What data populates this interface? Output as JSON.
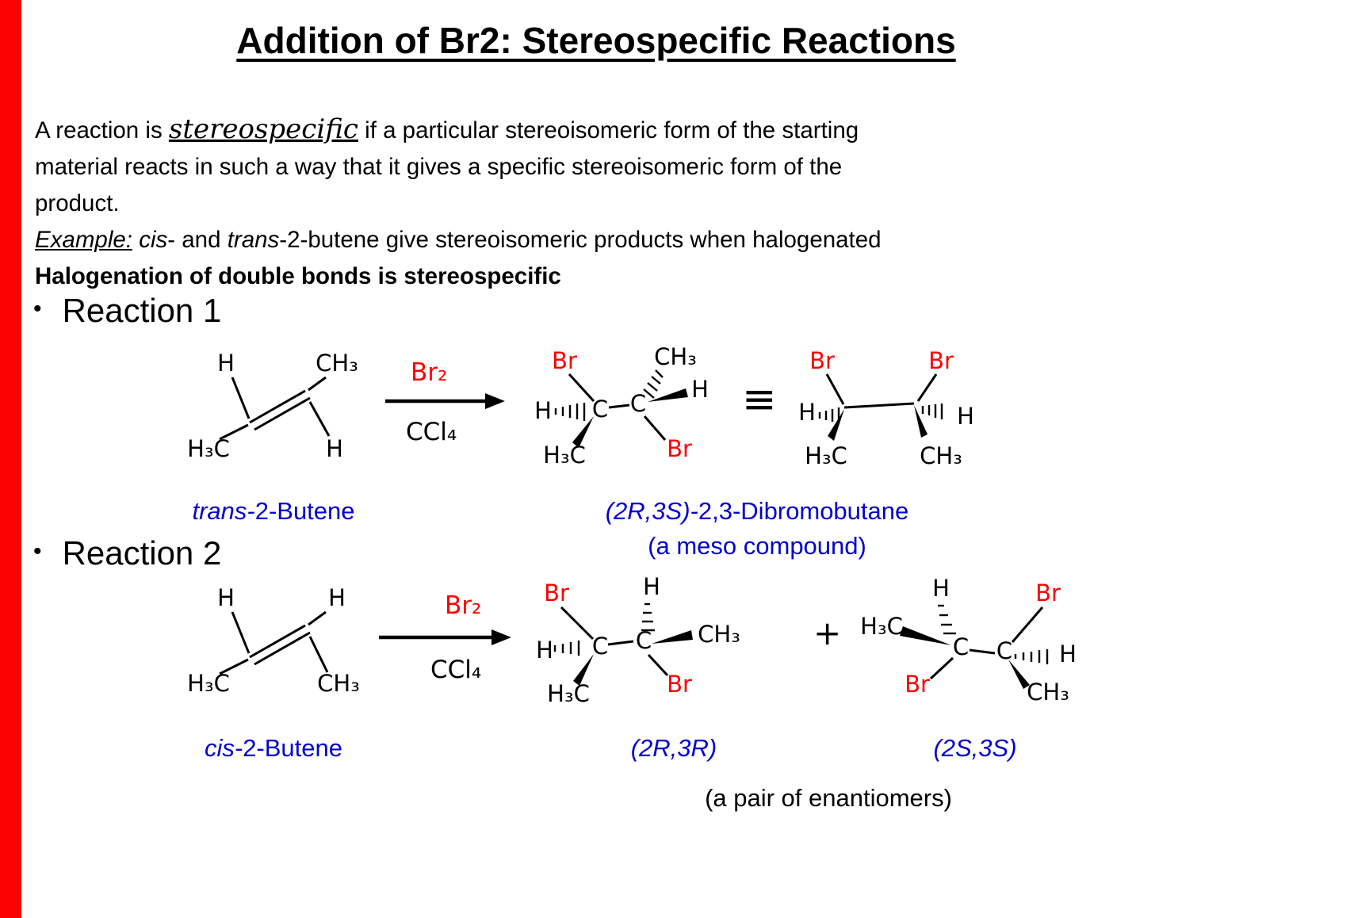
{
  "colors": {
    "accent_red": "#ff0000",
    "label_blue": "#0000d2",
    "bar_red": "#fb0303"
  },
  "title": "Addition of Br2: Stereospecific Reactions",
  "intro": {
    "line1_pre": "A reaction is ",
    "term": "stereospecific",
    "line1_post": " if a particular stereoisomeric form of the starting",
    "line2": "material reacts in such a way that it gives a specific stereoisomeric form of the",
    "line3": "product.",
    "example_label": "Example:",
    "example_sp": " ",
    "cis": "cis",
    "mid": "- and ",
    "trans": "trans",
    "example_rest": "-2-butene give stereoisomeric products when halogenated",
    "bold_line": "Halogenation of double bonds is stereospecific"
  },
  "reaction1": {
    "bullet": "•",
    "heading": "Reaction 1",
    "reagent_over": "Br₂",
    "reagent_under": "CCl₄",
    "reactant": {
      "top_left": "H",
      "top_right": "CH₃",
      "bottom_left": "H₃C",
      "bottom_right": "H"
    },
    "reactant_label": {
      "italic": "trans-",
      "rest": "2-Butene"
    },
    "product_wedge": {
      "br_top": "Br",
      "ch3_top": "CH₃",
      "h_right": "H",
      "h_left": "H",
      "c1": "C",
      "c2": "C",
      "h3c_bottom": "H₃C",
      "br_bottom": "Br"
    },
    "equiv_sign": "≡",
    "product_zigzag": {
      "br_left": "Br",
      "br_right": "Br",
      "h_left": "H",
      "h_right": "H",
      "h3c_bottom": "H₃C",
      "ch3_bottom": "CH₃"
    },
    "product_label": {
      "italic": "(2R,3S)-",
      "rest": "2,3-Dibromobutane"
    },
    "product_sublabel": "(a meso compound)"
  },
  "reaction2": {
    "bullet": "•",
    "heading": "Reaction 2",
    "reagent_over": "Br₂",
    "reagent_under": "CCl₄",
    "reactant": {
      "top_left": "H",
      "top_right": "H",
      "bottom_left": "H₃C",
      "bottom_right": "CH₃"
    },
    "reactant_label": {
      "italic": "cis-",
      "rest": "2-Butene"
    },
    "product_a": {
      "br_top": "Br",
      "h_top": "H",
      "ch3_right": "CH₃",
      "h_left": "H",
      "c1": "C",
      "c2": "C",
      "h3c_bottom": "H₃C",
      "br_bottom": "Br",
      "label": "(2R,3R)"
    },
    "plus_sign": "+",
    "product_b": {
      "h_top": "H",
      "br_top": "Br",
      "h3c_left": "H₃C",
      "c1": "C",
      "c2": "C",
      "h_right": "H",
      "br_bottom": "Br",
      "ch3_bottom": "CH₃",
      "label": "(2S,3S)"
    },
    "pair_label": "(a pair of enantiomers)"
  }
}
